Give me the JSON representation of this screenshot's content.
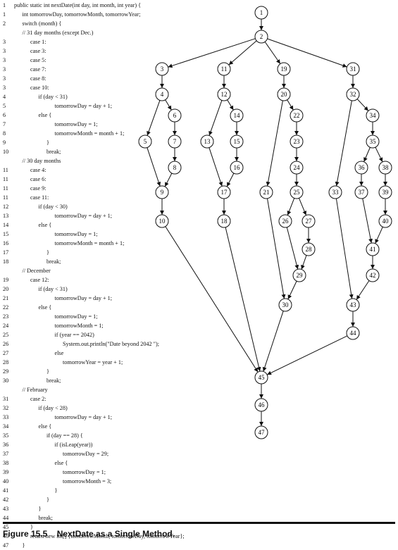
{
  "code_lines": [
    {
      "n": "1",
      "indent": 0,
      "text": "public static int nextDate(int day, int month, int year) {"
    },
    {
      "n": "1",
      "indent": 1,
      "text": "int tomorrowDay, tomorrowMonth, tomorrowYear;"
    },
    {
      "n": "2",
      "indent": 1,
      "text": "switch (month) {"
    },
    {
      "n": "",
      "indent": 1,
      "text": "// 31 day months (except Dec.)"
    },
    {
      "n": "3",
      "indent": 2,
      "text": "case 1:"
    },
    {
      "n": "3",
      "indent": 2,
      "text": "case 3:"
    },
    {
      "n": "3",
      "indent": 2,
      "text": "case 5:"
    },
    {
      "n": "3",
      "indent": 2,
      "text": "case 7:"
    },
    {
      "n": "3",
      "indent": 2,
      "text": "case 8:"
    },
    {
      "n": "3",
      "indent": 2,
      "text": "case 10:"
    },
    {
      "n": "4",
      "indent": 3,
      "text": "if (day < 31)"
    },
    {
      "n": "5",
      "indent": 5,
      "text": "tomorrowDay = day + 1;"
    },
    {
      "n": "6",
      "indent": 3,
      "text": "else {"
    },
    {
      "n": "7",
      "indent": 5,
      "text": "tomorrowDay = 1;"
    },
    {
      "n": "8",
      "indent": 5,
      "text": "tomorrowMonth = month + 1;"
    },
    {
      "n": "9",
      "indent": 4,
      "text": "}"
    },
    {
      "n": "10",
      "indent": 4,
      "text": "break;"
    },
    {
      "n": "",
      "indent": 1,
      "text": "// 30 day months"
    },
    {
      "n": "11",
      "indent": 2,
      "text": "case 4:"
    },
    {
      "n": "11",
      "indent": 2,
      "text": "case 6:"
    },
    {
      "n": "11",
      "indent": 2,
      "text": "case 9:"
    },
    {
      "n": "11",
      "indent": 2,
      "text": "case 11:"
    },
    {
      "n": "12",
      "indent": 3,
      "text": "if (day < 30)"
    },
    {
      "n": "13",
      "indent": 5,
      "text": "tomorrowDay = day + 1;"
    },
    {
      "n": "14",
      "indent": 3,
      "text": "else {"
    },
    {
      "n": "15",
      "indent": 5,
      "text": "tomorrowDay = 1;"
    },
    {
      "n": "16",
      "indent": 5,
      "text": "tomorrowMonth = month + 1;"
    },
    {
      "n": "17",
      "indent": 4,
      "text": "}"
    },
    {
      "n": "18",
      "indent": 4,
      "text": "break;"
    },
    {
      "n": "",
      "indent": 1,
      "text": "// December"
    },
    {
      "n": "19",
      "indent": 2,
      "text": "case 12:"
    },
    {
      "n": "20",
      "indent": 3,
      "text": "if (day < 31)"
    },
    {
      "n": "21",
      "indent": 5,
      "text": "tomorrowDay = day + 1;"
    },
    {
      "n": "22",
      "indent": 3,
      "text": "else {"
    },
    {
      "n": "23",
      "indent": 5,
      "text": "tomorrowDay = 1;"
    },
    {
      "n": "24",
      "indent": 5,
      "text": "tomorrowMonth = 1;"
    },
    {
      "n": "25",
      "indent": 5,
      "text": "if (year == 2042)"
    },
    {
      "n": "26",
      "indent": 6,
      "text": "System.out.println(\"Date beyond 2042 \");"
    },
    {
      "n": "27",
      "indent": 5,
      "text": "else"
    },
    {
      "n": "28",
      "indent": 6,
      "text": "tomorrowYear = year + 1;"
    },
    {
      "n": "29",
      "indent": 4,
      "text": "}"
    },
    {
      "n": "30",
      "indent": 4,
      "text": "break;"
    },
    {
      "n": "",
      "indent": 1,
      "text": "// February"
    },
    {
      "n": "31",
      "indent": 2,
      "text": "case 2:"
    },
    {
      "n": "32",
      "indent": 3,
      "text": "if (day < 28)"
    },
    {
      "n": "33",
      "indent": 5,
      "text": "tomorrowDay = day + 1;"
    },
    {
      "n": "34",
      "indent": 3,
      "text": "else {"
    },
    {
      "n": "35",
      "indent": 4,
      "text": "if (day == 28) {"
    },
    {
      "n": "36",
      "indent": 5,
      "text": "if (isLeap(year))"
    },
    {
      "n": "37",
      "indent": 6,
      "text": "tomorrowDay = 29;"
    },
    {
      "n": "38",
      "indent": 5,
      "text": "else {"
    },
    {
      "n": "39",
      "indent": 6,
      "text": "tomorrowDay = 1;"
    },
    {
      "n": "40",
      "indent": 6,
      "text": "tomorrowMonth = 3;"
    },
    {
      "n": "41",
      "indent": 5,
      "text": "}"
    },
    {
      "n": "42",
      "indent": 4,
      "text": "}"
    },
    {
      "n": "43",
      "indent": 3,
      "text": "}"
    },
    {
      "n": "44",
      "indent": 3,
      "text": "break;"
    },
    {
      "n": "45",
      "indent": 2,
      "text": "}"
    },
    {
      "n": "46",
      "indent": 2,
      "text": "return new int[] {tomorrowMonth, tomorrowDay, tomorrowYear};"
    },
    {
      "n": "47",
      "indent": 1,
      "text": "}"
    }
  ],
  "graph": {
    "nodes": [
      "1",
      "2",
      "3",
      "4",
      "5",
      "6",
      "7",
      "8",
      "9",
      "10",
      "11",
      "12",
      "13",
      "14",
      "15",
      "16",
      "17",
      "18",
      "19",
      "20",
      "21",
      "22",
      "23",
      "24",
      "25",
      "26",
      "27",
      "28",
      "29",
      "30",
      "31",
      "32",
      "33",
      "34",
      "35",
      "36",
      "37",
      "38",
      "39",
      "40",
      "41",
      "42",
      "43",
      "44",
      "45",
      "46",
      "47"
    ],
    "edges": [
      [
        "1",
        "2"
      ],
      [
        "2",
        "3"
      ],
      [
        "2",
        "11"
      ],
      [
        "2",
        "19"
      ],
      [
        "2",
        "31"
      ],
      [
        "3",
        "4"
      ],
      [
        "4",
        "5"
      ],
      [
        "4",
        "6"
      ],
      [
        "6",
        "7"
      ],
      [
        "7",
        "8"
      ],
      [
        "5",
        "9"
      ],
      [
        "8",
        "9"
      ],
      [
        "9",
        "10"
      ],
      [
        "10",
        "45"
      ],
      [
        "11",
        "12"
      ],
      [
        "12",
        "13"
      ],
      [
        "12",
        "14"
      ],
      [
        "14",
        "15"
      ],
      [
        "15",
        "16"
      ],
      [
        "13",
        "17"
      ],
      [
        "16",
        "17"
      ],
      [
        "17",
        "18"
      ],
      [
        "18",
        "45"
      ],
      [
        "19",
        "20"
      ],
      [
        "20",
        "21"
      ],
      [
        "20",
        "22"
      ],
      [
        "22",
        "23"
      ],
      [
        "23",
        "24"
      ],
      [
        "24",
        "25"
      ],
      [
        "25",
        "26"
      ],
      [
        "25",
        "27"
      ],
      [
        "27",
        "28"
      ],
      [
        "26",
        "29"
      ],
      [
        "28",
        "29"
      ],
      [
        "21",
        "30"
      ],
      [
        "29",
        "30"
      ],
      [
        "30",
        "45"
      ],
      [
        "31",
        "32"
      ],
      [
        "32",
        "33"
      ],
      [
        "32",
        "34"
      ],
      [
        "34",
        "35"
      ],
      [
        "35",
        "36"
      ],
      [
        "35",
        "38"
      ],
      [
        "36",
        "37"
      ],
      [
        "38",
        "39"
      ],
      [
        "39",
        "40"
      ],
      [
        "37",
        "41"
      ],
      [
        "40",
        "41"
      ],
      [
        "41",
        "42"
      ],
      [
        "33",
        "43"
      ],
      [
        "42",
        "43"
      ],
      [
        "43",
        "44"
      ],
      [
        "44",
        "45"
      ],
      [
        "45",
        "46"
      ],
      [
        "46",
        "47"
      ]
    ]
  },
  "caption": "Figure 15.5    NextDate as a Single Method."
}
